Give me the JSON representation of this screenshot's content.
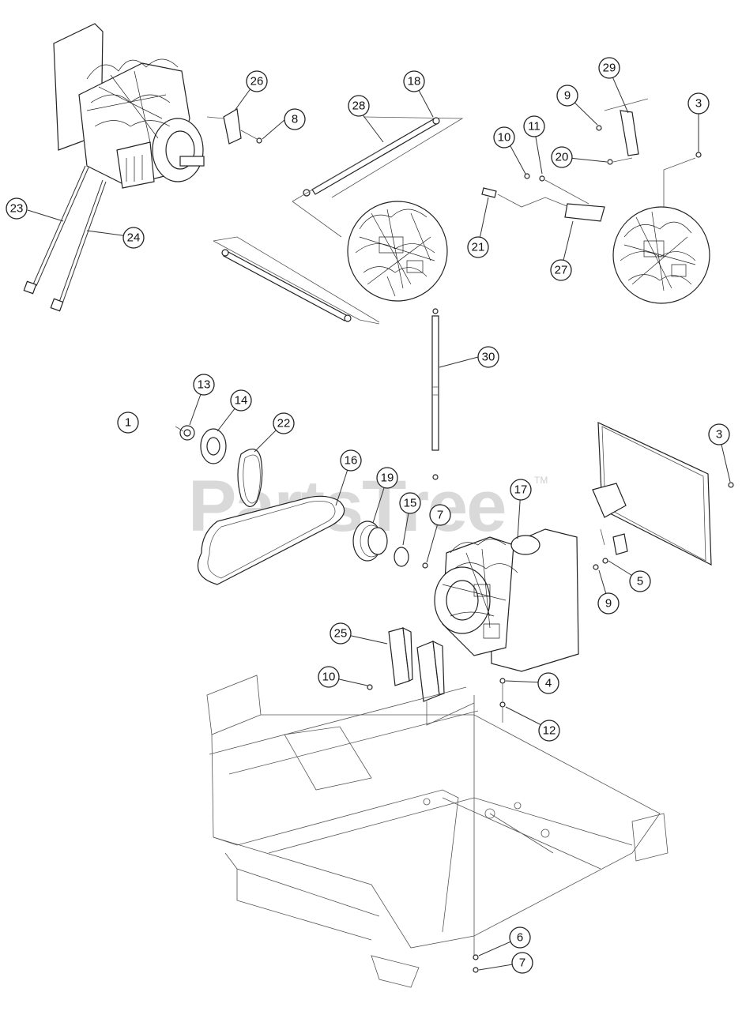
{
  "watermark": {
    "text": "PartsTree",
    "mark": "TM"
  },
  "callouts": [
    {
      "id": "c26",
      "label": "26"
    },
    {
      "id": "c8a",
      "label": "8"
    },
    {
      "id": "c28",
      "label": "28"
    },
    {
      "id": "c18",
      "label": "18"
    },
    {
      "id": "c29",
      "label": "29"
    },
    {
      "id": "c9a",
      "label": "9"
    },
    {
      "id": "c3a",
      "label": "3"
    },
    {
      "id": "c10a",
      "label": "10"
    },
    {
      "id": "c11",
      "label": "11"
    },
    {
      "id": "c20",
      "label": "20"
    },
    {
      "id": "c23",
      "label": "23"
    },
    {
      "id": "c24",
      "label": "24"
    },
    {
      "id": "c21",
      "label": "21"
    },
    {
      "id": "c27",
      "label": "27"
    },
    {
      "id": "c30",
      "label": "30"
    },
    {
      "id": "c13",
      "label": "13"
    },
    {
      "id": "c14",
      "label": "14"
    },
    {
      "id": "c1",
      "label": "1"
    },
    {
      "id": "c22",
      "label": "22"
    },
    {
      "id": "c3b",
      "label": "3"
    },
    {
      "id": "c16",
      "label": "16"
    },
    {
      "id": "c19",
      "label": "19"
    },
    {
      "id": "c17",
      "label": "17"
    },
    {
      "id": "c15",
      "label": "15"
    },
    {
      "id": "c7a",
      "label": "7"
    },
    {
      "id": "c5",
      "label": "5"
    },
    {
      "id": "c9b",
      "label": "9"
    },
    {
      "id": "c25",
      "label": "25"
    },
    {
      "id": "c10b",
      "label": "10"
    },
    {
      "id": "c4",
      "label": "4"
    },
    {
      "id": "c12",
      "label": "12"
    },
    {
      "id": "c6",
      "label": "6"
    },
    {
      "id": "c7b",
      "label": "7"
    }
  ]
}
